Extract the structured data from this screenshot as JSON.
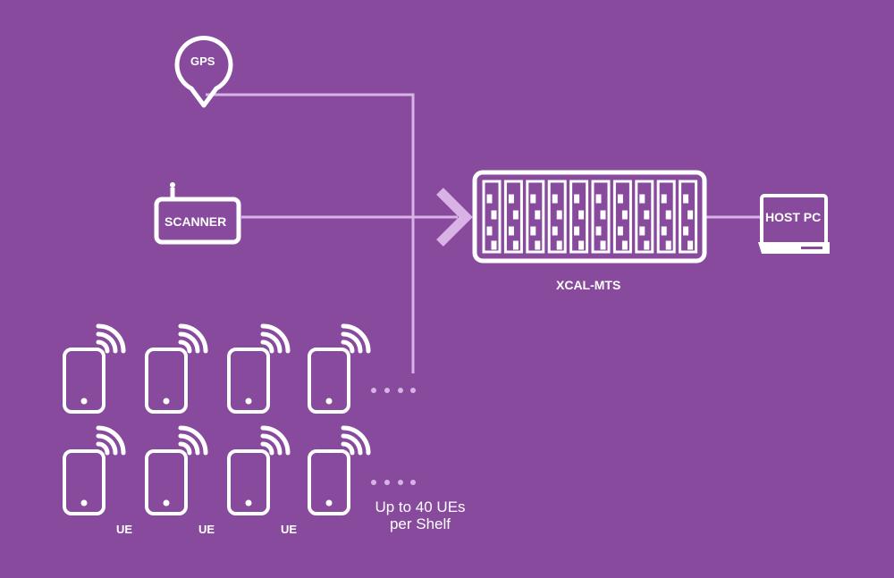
{
  "gps": {
    "label": "GPS"
  },
  "scanner": {
    "label": "SCANNER"
  },
  "mts": {
    "label": "XCAL-MTS",
    "slot_count": 10
  },
  "host": {
    "label": "HOST PC"
  },
  "ue": {
    "labels": [
      "UE",
      "UE",
      "UE"
    ]
  },
  "capacity_note": {
    "line1": "Up to 40 UEs",
    "line2": "per Shelf"
  },
  "colors": {
    "background": "#874a9d",
    "foreground": "#ffffff",
    "connector": "#d9b3e6"
  }
}
